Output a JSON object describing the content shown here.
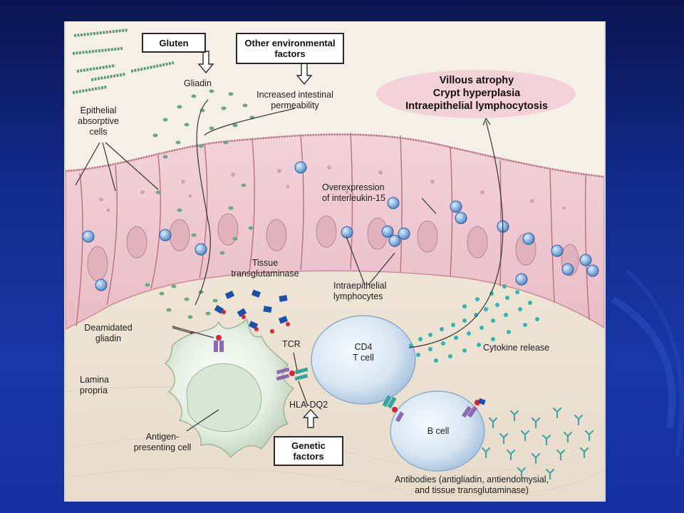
{
  "colors": {
    "slide_bg": "#1430a0",
    "epithelium": "#f0c9d2",
    "gliadin": "#6fa684",
    "lymphocyte": "#6f9fd6",
    "cytokine": "#36b3b0",
    "antibody": "#4aa3a0",
    "transglutaminase": "#1f4fa8",
    "deamidation": "#d6263a"
  },
  "boxes": {
    "gluten": "Gluten",
    "environment": [
      "Other environmental",
      "factors"
    ],
    "genetic": [
      "Genetic",
      "factors"
    ]
  },
  "outcomes": [
    "Villous atrophy",
    "Crypt hyperplasia",
    "Intraepithelial lymphocytosis"
  ],
  "labels": {
    "gliadin": "Gliadin",
    "permeability": [
      "Increased intestinal",
      "permeability"
    ],
    "epithelial": [
      "Epithelial",
      "absorptive",
      "cells"
    ],
    "interleukin": [
      "Overexpression",
      "of interleukin-15"
    ],
    "transglutaminase": [
      "Tissue",
      "transglutaminase"
    ],
    "iel": [
      "Intraepithelial",
      "lymphocytes"
    ],
    "deamidated": [
      "Deamidated",
      "gliadin"
    ],
    "tcr": "TCR",
    "lamina": [
      "Lamina",
      "propria"
    ],
    "cd4": [
      "CD4",
      "T cell"
    ],
    "cytokine": "Cytokine release",
    "hla": "HLA-DQ2",
    "bcell": "B cell",
    "apc": [
      "Antigen-",
      "presenting cell"
    ],
    "antibodies": [
      "Antibodies (antigliadin, antiendomysial,",
      "and tissue transglutaminase)"
    ]
  }
}
